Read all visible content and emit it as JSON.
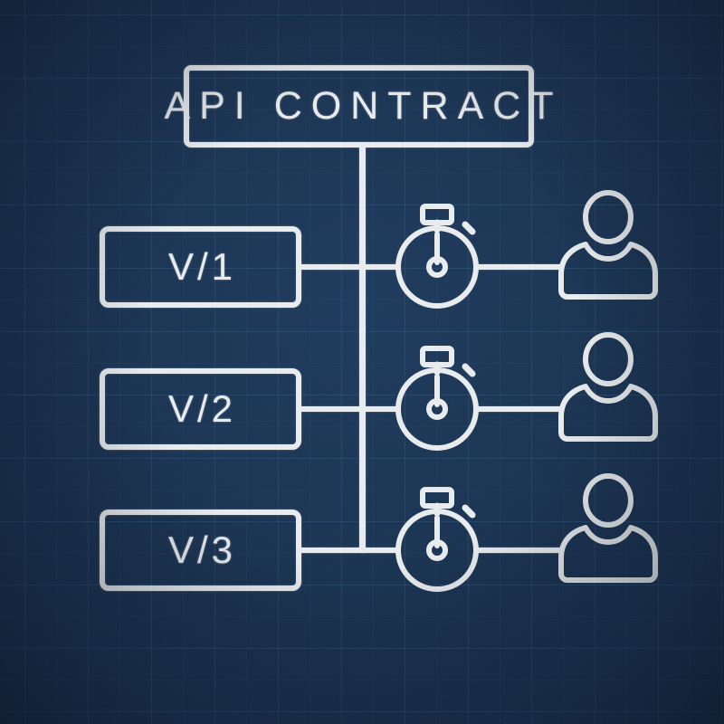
{
  "title": {
    "label": "API CONTRACT"
  },
  "rows": [
    {
      "id": "v1",
      "label": "V/1",
      "icons": [
        "stopwatch-icon",
        "user-icon"
      ]
    },
    {
      "id": "v2",
      "label": "V/2",
      "icons": [
        "stopwatch-icon",
        "user-icon"
      ]
    },
    {
      "id": "v3",
      "label": "V/3",
      "icons": [
        "stopwatch-icon",
        "user-icon"
      ]
    }
  ],
  "style": {
    "background_color": "#152e4c",
    "stroke_color": "#e8ebed",
    "grid_color": "#64a0d7",
    "theme": "blueprint"
  }
}
